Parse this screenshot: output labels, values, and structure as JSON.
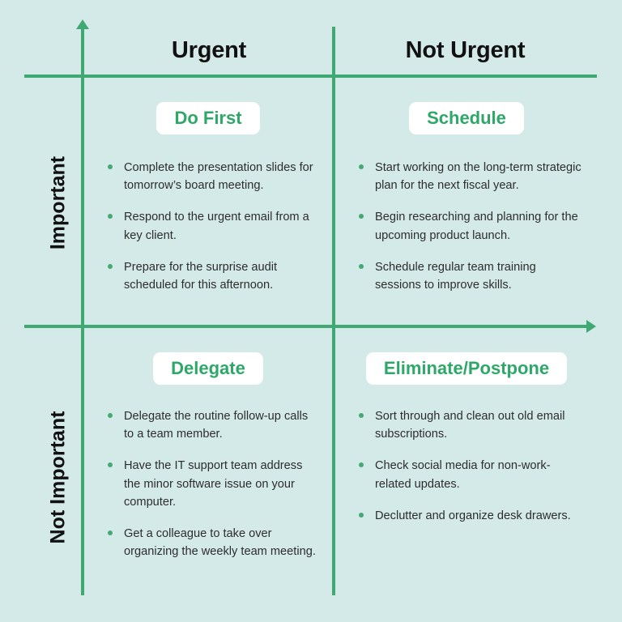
{
  "colors": {
    "background": "#d4eae8",
    "accent_green": "#3fa873",
    "pill_text_green": "#2ea869",
    "bullet_green": "#46a873",
    "header_text": "#111111",
    "body_text": "#2d2d2d",
    "pill_background": "#ffffff"
  },
  "axes": {
    "column_headers": [
      {
        "label": "Urgent"
      },
      {
        "label": "Not Urgent"
      }
    ],
    "row_headers": [
      {
        "label": "Important"
      },
      {
        "label": "Not Important"
      }
    ],
    "vertical_arrow_icon": "arrow-up-icon",
    "horizontal_arrow_icon": "arrow-right-icon"
  },
  "quadrants": [
    {
      "id": "do-first",
      "pill_label": "Do First",
      "tasks": [
        "Complete the presentation slides for tomorrow’s board meeting.",
        "Respond to the urgent email from a key client.",
        "Prepare for the surprise audit scheduled for this afternoon."
      ]
    },
    {
      "id": "schedule",
      "pill_label": "Schedule",
      "tasks": [
        "Start working on the long-term strategic plan for the next fiscal year.",
        "Begin researching and planning for the upcoming product launch.",
        "Schedule regular team training sessions to improve skills."
      ]
    },
    {
      "id": "delegate",
      "pill_label": "Delegate",
      "tasks": [
        "Delegate the routine follow-up calls to a team member.",
        "Have the IT support team address the minor software issue on your computer.",
        "Get a colleague to take over organizing the weekly team meeting."
      ]
    },
    {
      "id": "eliminate-postpone",
      "pill_label": "Eliminate/Postpone",
      "tasks": [
        "Sort through and clean out old email subscriptions.",
        "Check social media for non-work-related updates.",
        "Declutter and organize desk drawers."
      ]
    }
  ]
}
